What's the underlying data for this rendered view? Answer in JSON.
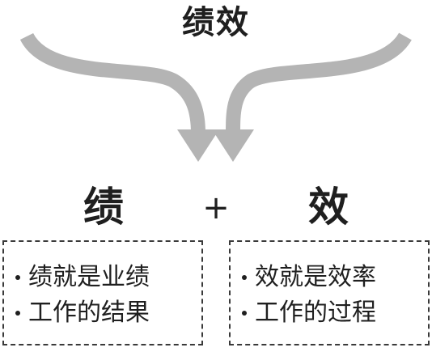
{
  "title": "绩效",
  "left": {
    "char": "绩",
    "items": [
      "绩就是业绩",
      "工作的结果"
    ]
  },
  "operator": "+",
  "right": {
    "char": "效",
    "items": [
      "效就是效率",
      "工作的过程"
    ]
  },
  "colors": {
    "arrow": "#b4b4b4",
    "text": "#1f1f1f",
    "border": "#3a3a3a"
  }
}
